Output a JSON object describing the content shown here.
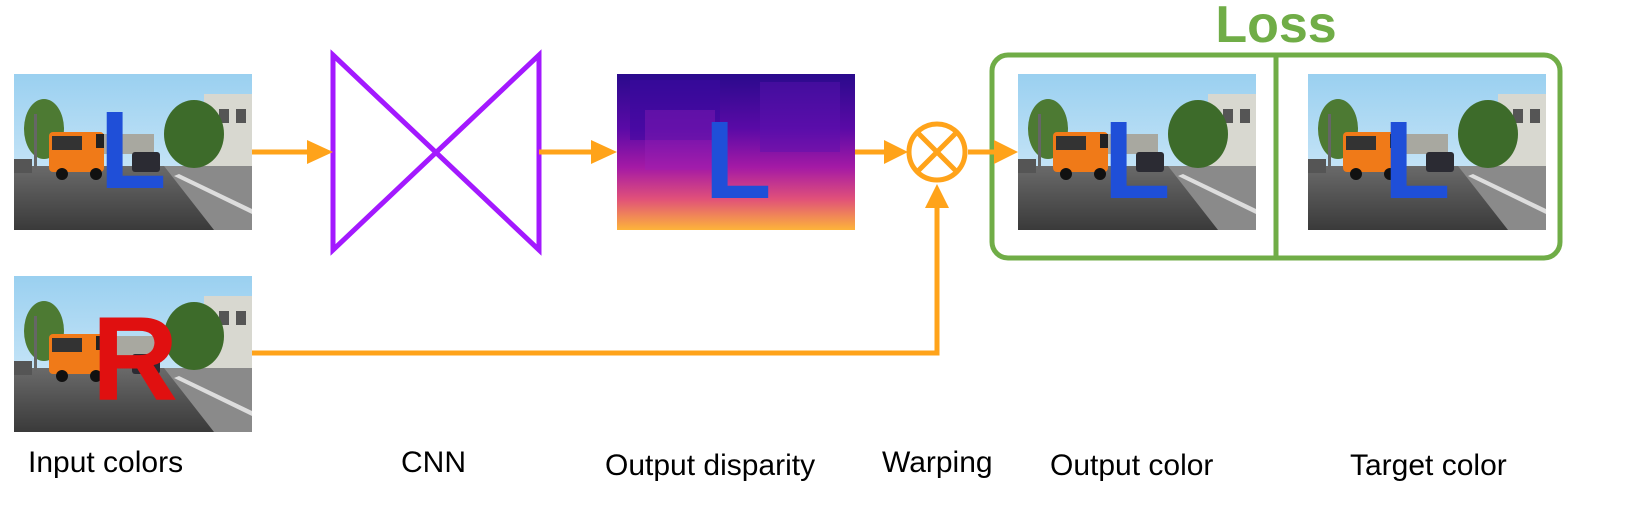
{
  "captions": {
    "input": "Input colors",
    "cnn": "CNN",
    "disparity": "Output disparity",
    "warping": "Warping",
    "output_color": "Output color",
    "target_color": "Target color"
  },
  "loss_label": "Loss",
  "letters": {
    "left": "L",
    "right": "R"
  },
  "colors": {
    "arrow": "#ffa31a",
    "cnn": "#a319ff",
    "loss": "#70ad47",
    "letter_left": "#1f4fd8",
    "letter_right": "#e01010"
  }
}
